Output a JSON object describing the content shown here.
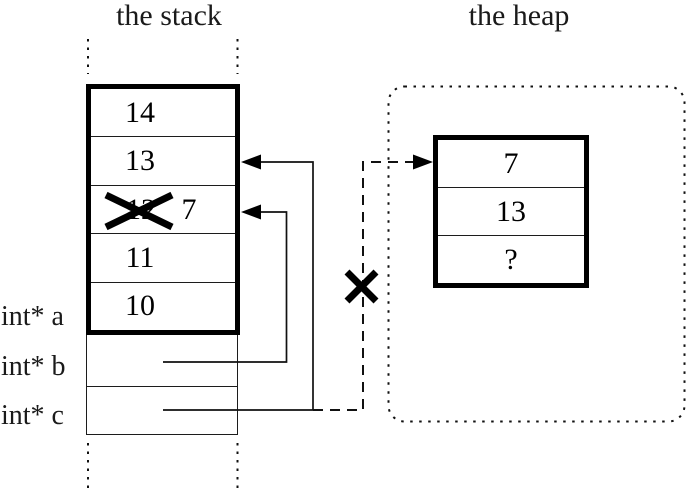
{
  "titles": {
    "stack": "the stack",
    "heap": "the heap"
  },
  "stack": {
    "rows": [
      {
        "value": "14"
      },
      {
        "value": "13"
      },
      {
        "old_value": "12",
        "new_value": "7"
      },
      {
        "value": "11"
      },
      {
        "value": "10"
      }
    ]
  },
  "variables": [
    {
      "name": "int* a"
    },
    {
      "name": "int* b"
    },
    {
      "name": "int* c"
    }
  ],
  "heap": {
    "cells": [
      "7",
      "13",
      "?"
    ]
  },
  "colors": {
    "ink": "#000000",
    "thin_line": "#1c1c1c",
    "background": "#ffffff"
  }
}
